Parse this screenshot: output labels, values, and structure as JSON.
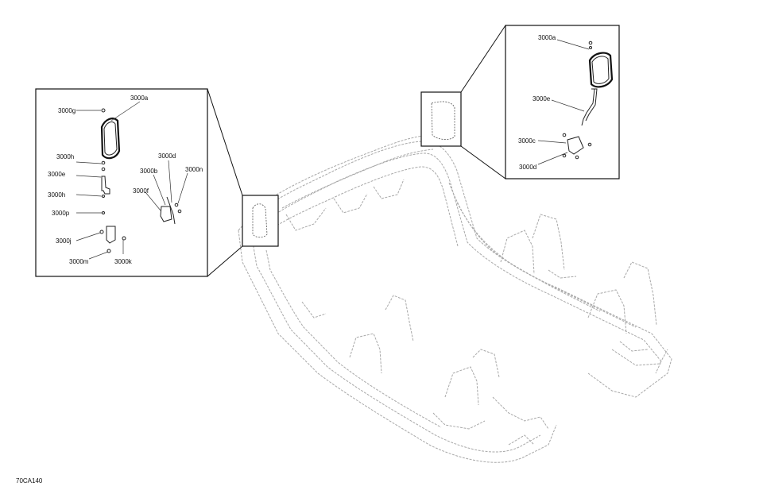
{
  "diagram": {
    "code": "70CA140",
    "left_callout": {
      "labels": [
        "3000g",
        "3000a",
        "3000h",
        "3000e",
        "3000d",
        "3000b",
        "3000n",
        "3000f",
        "3000h",
        "3000p",
        "3000j",
        "3000m",
        "3000k"
      ]
    },
    "right_callout": {
      "labels": [
        "3000a",
        "3000e",
        "3000c",
        "3000d"
      ]
    }
  }
}
